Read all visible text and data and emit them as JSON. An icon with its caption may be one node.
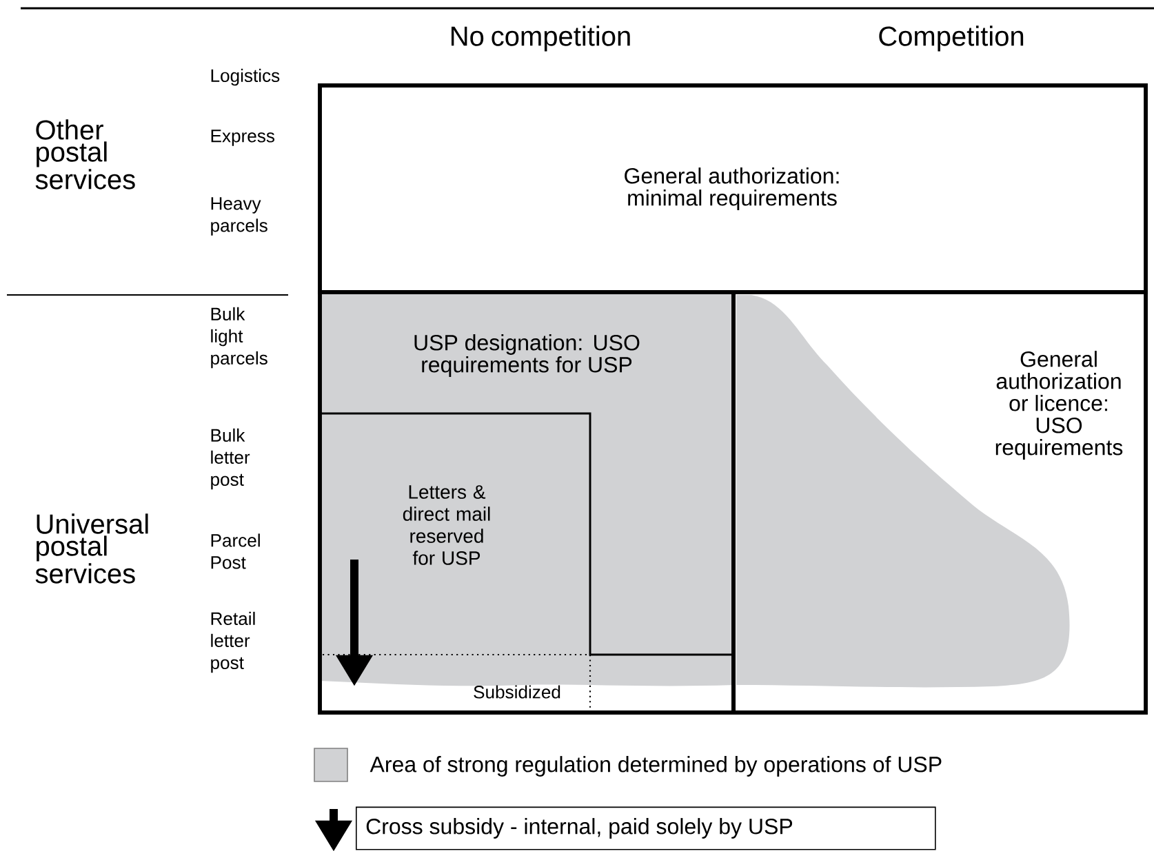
{
  "diagram": {
    "nodes": [
      {
        "text": [
          "General authorization: minimal requirements"
        ]
      },
      {
        "text": [
          "USP designation: USO requirements for USP"
        ]
      },
      {
        "text": [
          "Letters & direct mail reserved for USP"
        ],
        "in": 1
      },
      {
        "text": [
          "General authorization or licence: USO requirements"
        ]
      }
    ],
    "labels": [
      "No competition",
      "Competition",
      "Other postal services",
      "Logistics",
      "Express",
      "Heavy parcels",
      "Bulk light parcels",
      "Bulk letter post",
      "Universal postal services",
      "Parcel Post",
      "Retail letter post",
      "Subsidized"
    ],
    "legend": [
      {
        "text": "Area of strong regulation determined by operations of USP",
        "color": "#d1d2d4"
      },
      {
        "text": "Cross subsidy - internal, paid solely by USP"
      }
    ]
  }
}
